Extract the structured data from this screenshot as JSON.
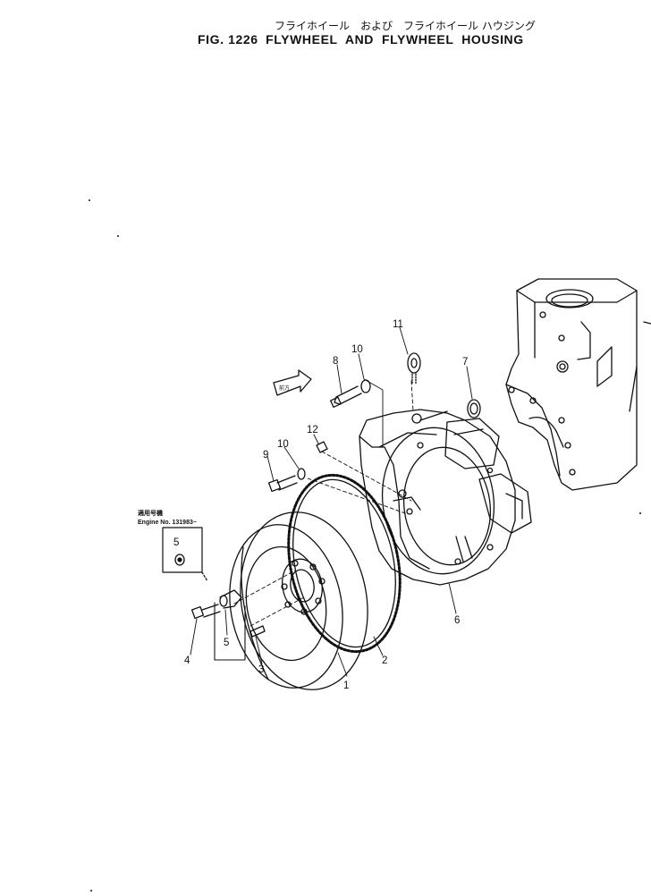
{
  "header": {
    "title_jp": "フライホイール　および　フライホイール ハウジング",
    "fig_number": "FIG. 1226",
    "title_en": "FLYWHEEL  AND  FLYWHEEL  HOUSING"
  },
  "inset": {
    "label_jp": "適用号機",
    "label_en": "Engine  No.  131983~"
  },
  "direction_tag": "前方",
  "callouts": {
    "c1": "1",
    "c2": "2",
    "c3": "3",
    "c4": "4",
    "c5_box": "5",
    "c5_bracket": "5",
    "c6": "6",
    "c7": "7",
    "c8": "8",
    "c9": "9",
    "c10a": "10",
    "c10b": "10",
    "c11": "11",
    "c12": "12"
  }
}
